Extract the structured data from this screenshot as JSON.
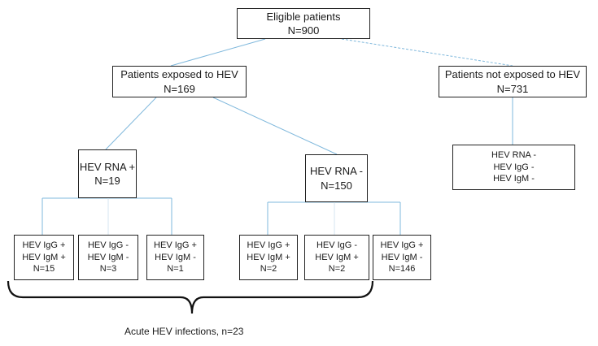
{
  "root": {
    "title": "Eligible patients",
    "count": "N=900"
  },
  "exposed": {
    "title": "Patients exposed to HEV",
    "count": "N=169"
  },
  "not_exposed": {
    "title": "Patients not exposed to HEV",
    "count": "N=731"
  },
  "rna_pos": {
    "title": "HEV RNA +",
    "count": "N=19"
  },
  "rna_neg": {
    "title": "HEV RNA -",
    "count": "N=150"
  },
  "not_exposed_markers": {
    "line1": "HEV RNA -",
    "line2": "HEV IgG -",
    "line3": "HEV IgM -"
  },
  "leaves": [
    {
      "line1": "HEV IgG +",
      "line2": "HEV IgM +",
      "line3": "N=15"
    },
    {
      "line1": "HEV IgG -",
      "line2": "HEV IgM -",
      "line3": "N=3"
    },
    {
      "line1": "HEV IgG +",
      "line2": "HEV IgM -",
      "line3": "N=1"
    },
    {
      "line1": "HEV IgG +",
      "line2": "HEV IgM +",
      "line3": "N=2"
    },
    {
      "line1": "HEV IgG -",
      "line2": "HEV IgM +",
      "line3": "N=2"
    },
    {
      "line1": "HEV IgG +",
      "line2": "HEV IgM -",
      "line3": "N=146"
    }
  ],
  "caption": "Acute HEV infections, n=23",
  "colors": {
    "connector": "#7fb8dc",
    "connector_faint": "#d6e6f1",
    "box_border": "#222222",
    "brace": "#111111"
  }
}
